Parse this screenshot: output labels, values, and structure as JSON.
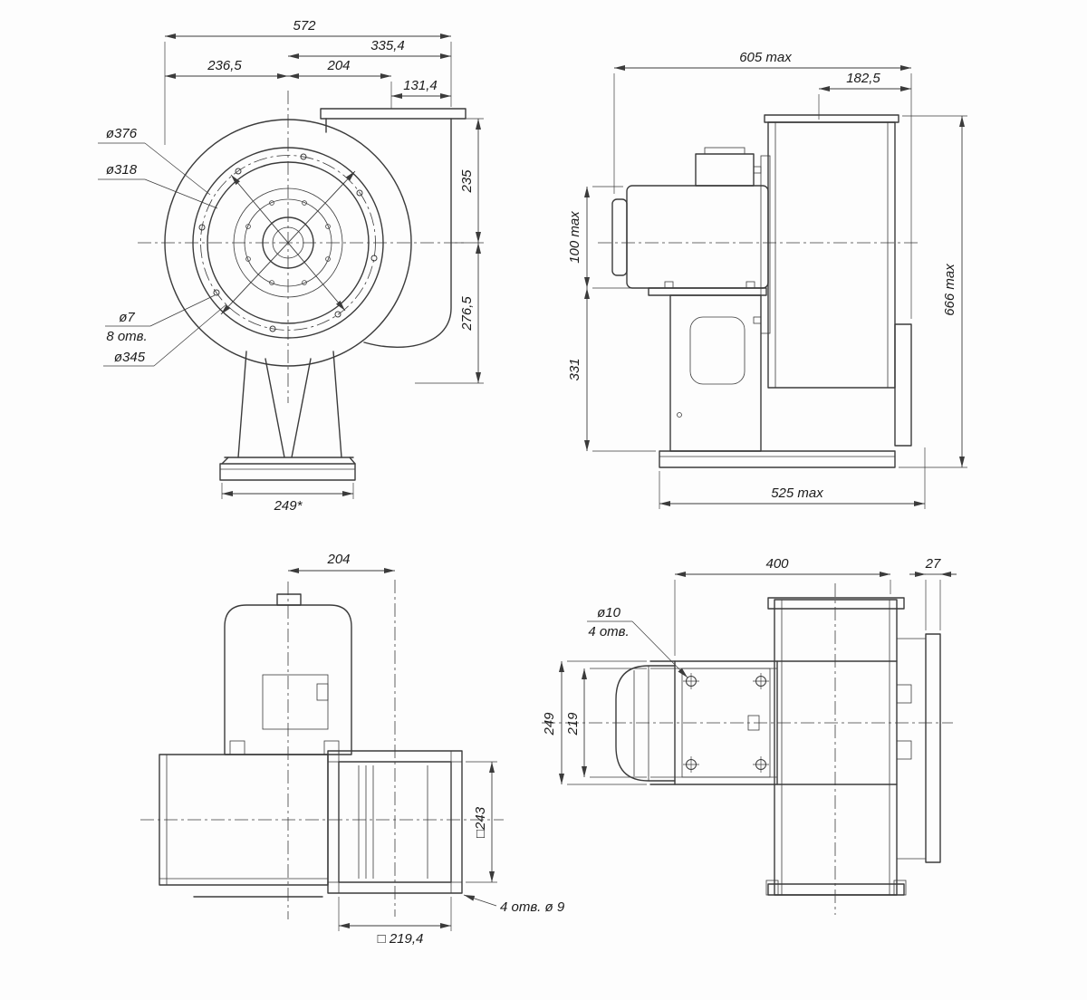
{
  "drawing": {
    "background": "#fdfdfd",
    "line_color": "#3b3b3b",
    "text_color": "#1b1b1b",
    "kind": "centrifugal-fan-dimensional-drawing"
  },
  "front_view": {
    "dim_572": "572",
    "dim_335_4": "335,4",
    "dim_236_5": "236,5",
    "dim_204": "204",
    "dim_131_4": "131,4",
    "dia_376": "ø376",
    "dia_318": "ø318",
    "dim_235": "235",
    "dim_276_5": "276,5",
    "dia_7": "ø7",
    "holes_8": "8 отв.",
    "dia_345": "ø345",
    "dim_249": "249*"
  },
  "side_view": {
    "dim_605": "605 max",
    "dim_182_5": "182,5",
    "dim_100": "100 max",
    "dim_331": "331",
    "dim_666": "666 max",
    "dim_525": "525 max"
  },
  "top_view": {
    "dim_204": "204",
    "dim_243": "□243",
    "dim_219_4": "□ 219,4",
    "holes_note": "4 отв. ø 9"
  },
  "bottom_view": {
    "dim_400": "400",
    "dim_27": "27",
    "dia_10": "ø10",
    "holes_4": "4 отв.",
    "dim_249": "249",
    "dim_219": "219"
  }
}
